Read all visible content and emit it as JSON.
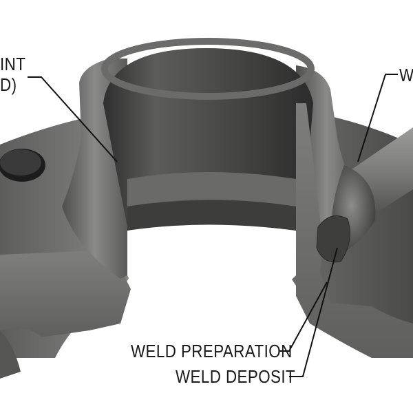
{
  "labels": {
    "joint_line1": "INT",
    "joint_line2": "D)",
    "weld_top": "W",
    "weld_preparation": "WELD PREPARATION",
    "weld_deposit": "WELD DEPOSIT"
  },
  "colors": {
    "background": "#ffffff",
    "steel_light": "#9a9a98",
    "steel_mid": "#6f6f6d",
    "steel_dark": "#3a3a39",
    "leader": "#111111"
  }
}
